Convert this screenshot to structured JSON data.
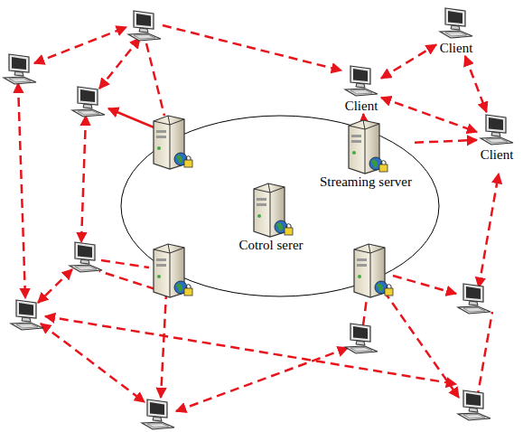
{
  "diagram": {
    "nodes": [
      {
        "text": [
          "Client"
        ]
      },
      {
        "text": [
          "Client"
        ]
      },
      {
        "text": [
          "Client"
        ]
      },
      {
        "text": [
          "Streaming server"
        ]
      },
      {
        "text": [
          "Cotrol serer"
        ]
      }
    ],
    "edges": [
      {
        "from": 1,
        "to": 0,
        "arrow": "both"
      },
      {
        "from": 0,
        "to": 2,
        "arrow": "both"
      },
      {
        "from": 1,
        "to": 2,
        "arrow": "both"
      },
      {
        "from": 3,
        "to": 2,
        "arrow": "to"
      },
      {
        "from": 3,
        "to": 1,
        "arrow": "to"
      }
    ]
  }
}
